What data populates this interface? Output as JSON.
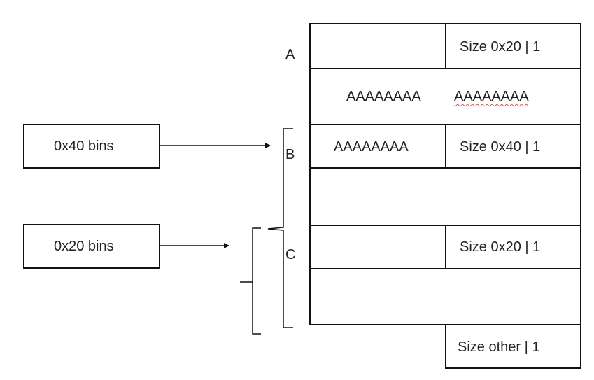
{
  "bins": {
    "bin_40": "0x40  bins",
    "bin_20": "0x20  bins"
  },
  "chunk_labels": {
    "a": "A",
    "b": "B",
    "c": "C"
  },
  "heap": {
    "row1": {
      "left": "",
      "right": "Size 0x20   |  1"
    },
    "row2": {
      "left": "AAAAAAAA",
      "right": "AAAAAAAA"
    },
    "row3": {
      "left": "AAAAAAAA",
      "right": "Size 0x40  |   1"
    },
    "row4": {
      "left": "",
      "right": ""
    },
    "row5": {
      "left": "",
      "right": "Size 0x20  |   1"
    },
    "row6": {
      "left": "",
      "right": ""
    },
    "row7": {
      "right": "Size other  |   1"
    }
  }
}
